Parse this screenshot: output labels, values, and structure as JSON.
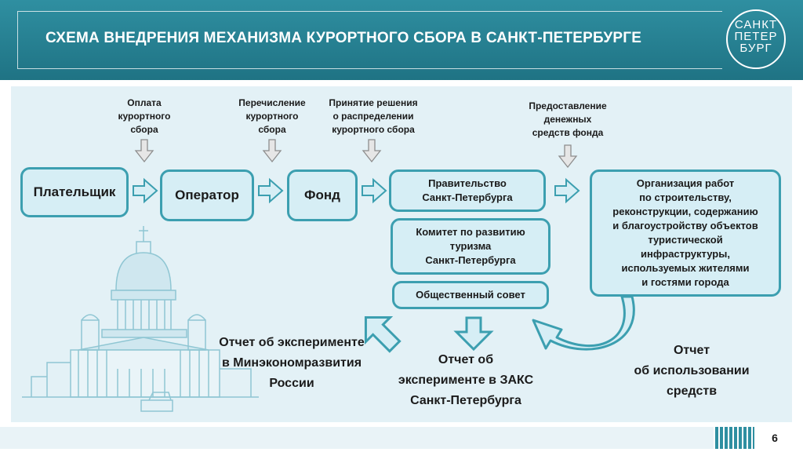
{
  "header": {
    "title": "СХЕМА ВНЕДРЕНИЯ МЕХАНИЗМА КУРОРТНОГО СБОРА В САНКТ-ПЕТЕРБУРГЕ",
    "logo_lines": [
      "САНКТ",
      "ПЕТЕР",
      "БУРГ"
    ]
  },
  "colors": {
    "header": "#2f8fa1",
    "box_fill": "#d6eef5",
    "box_border": "#3c9fb0",
    "panel": "#e3f1f6"
  },
  "boxes": {
    "payer": "Плательщик",
    "operator": "Оператор",
    "fund": "Фонд",
    "government": [
      "Правительство",
      "Санкт-Петербурга"
    ],
    "committee": [
      "Комитет по развитию",
      "туризма",
      "Санкт-Петербурга"
    ],
    "council": "Общественный совет",
    "organization": [
      "Организация работ",
      "по строительству,",
      "реконструкции, содержанию",
      "и благоустройству объектов",
      "туристической",
      "инфраструктуры,",
      "используемых жителями",
      "и гостями города"
    ]
  },
  "labels": {
    "payment": [
      "Оплата",
      "курортного",
      "сбора"
    ],
    "transfer": [
      "Перечисление",
      "курортного",
      "сбора"
    ],
    "decision": [
      "Принятие решения",
      "о распределении",
      "курортного сбора"
    ],
    "provision": [
      "Предоставление",
      "денежных",
      "средств фонда"
    ]
  },
  "reports": {
    "ministry": [
      "Отчет об эксперименте",
      "в Минэкономразвития",
      "России"
    ],
    "zaks": [
      "Отчет об",
      "эксперименте в ЗАКС",
      "Санкт-Петербурга"
    ],
    "usage": [
      "Отчет",
      "об использовании",
      "средств"
    ]
  },
  "footer": {
    "page_number": "6"
  }
}
